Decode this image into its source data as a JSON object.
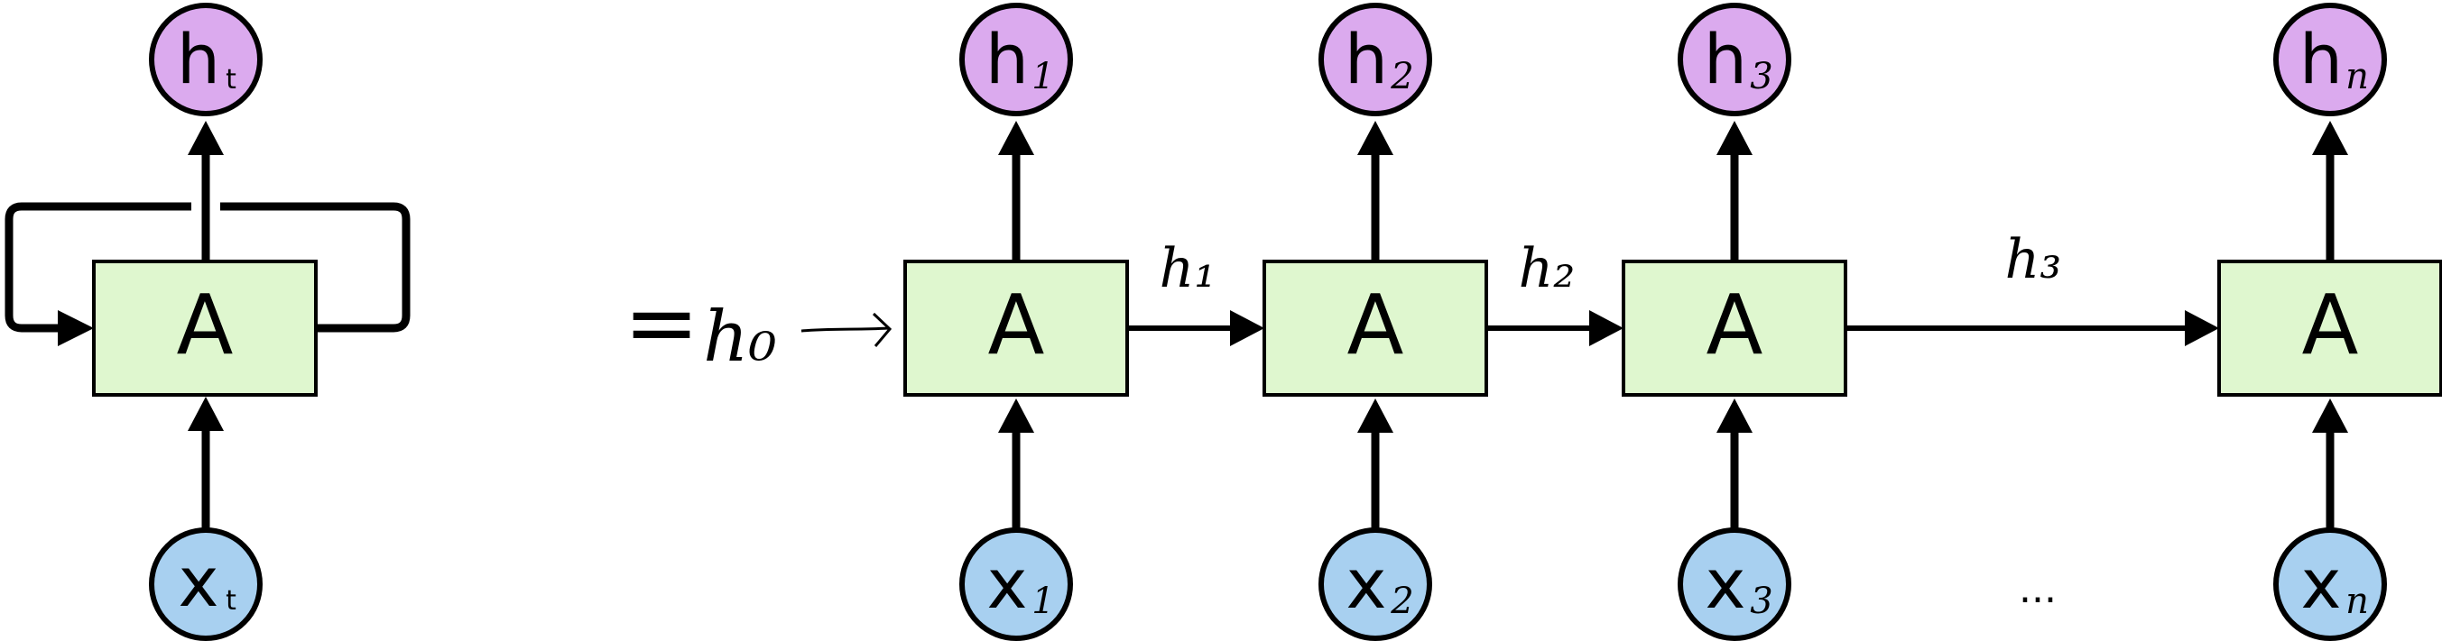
{
  "colors": {
    "box_fill": "#dff7cf",
    "hidden_fill": "#dbaaee",
    "input_fill": "#a8d0f0",
    "stroke": "#000000"
  },
  "rolled": {
    "box": "A",
    "output": {
      "main": "h",
      "sub": "t"
    },
    "input": {
      "main": "x",
      "sub": "t"
    }
  },
  "equals": "=",
  "initial_state": "h₀",
  "unrolled": {
    "cells": [
      {
        "box": "A",
        "output": {
          "main": "h",
          "sub": "1"
        },
        "input": {
          "main": "x",
          "sub": "1"
        }
      },
      {
        "box": "A",
        "output": {
          "main": "h",
          "sub": "2"
        },
        "input": {
          "main": "x",
          "sub": "2"
        }
      },
      {
        "box": "A",
        "output": {
          "main": "h",
          "sub": "3"
        },
        "input": {
          "main": "x",
          "sub": "3"
        }
      },
      {
        "box": "A",
        "output": {
          "main": "h",
          "sub": "n"
        },
        "input": {
          "main": "x",
          "sub": "n"
        }
      }
    ],
    "transitions": [
      "h₁",
      "h₂",
      "h₃"
    ],
    "ellipsis": "..."
  }
}
